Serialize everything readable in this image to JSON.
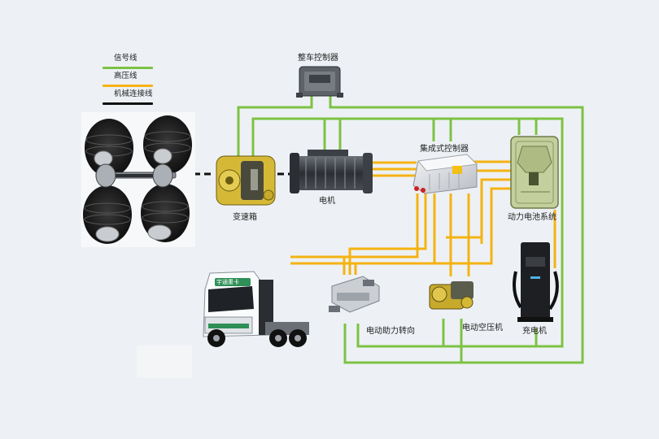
{
  "legend": [
    {
      "label": "信号线",
      "color": "#7dc243"
    },
    {
      "label": "高压线",
      "color": "#f5b312"
    },
    {
      "label": "机械连接线",
      "color": "#111111"
    }
  ],
  "components": {
    "vcu": "整车控制器",
    "integrated_controller": "集成式控制器",
    "gearbox": "变速箱",
    "motor": "电机",
    "battery": "动力电池系统",
    "steering": "电动助力转向",
    "compressor": "电动空压机",
    "charger": "充电机"
  },
  "truck": {
    "badge": "宇通重卡"
  },
  "colors": {
    "signal": "#7dc243",
    "high_voltage": "#f5b312",
    "mechanical": "#111111"
  }
}
